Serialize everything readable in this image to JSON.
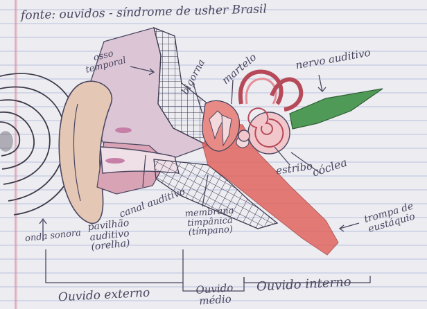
{
  "source_note": "fonte: ouvidos - síndrome de usher Brasil",
  "labels": {
    "osso_temporal": "osso temporal",
    "bigorna": "bigorna",
    "martelo": "martelo",
    "nervo_auditivo": "nervo auditivo",
    "coclea": "cóclea",
    "estribo": "estribo",
    "canal_auditivo": "canal auditivo",
    "membrana_timpanica": "membrana timpânica (tímpano)",
    "trompa_eustaquio": "trompa de eustáquio",
    "onda_sonora": "onda sonora",
    "pavilhao_auditivo": "pavilhão auditivo (orelha)"
  },
  "sections": {
    "ouvido_externo": "Ouvido externo",
    "ouvido_medio": "Ouvido médio",
    "ouvido_interno": "Ouvido interno"
  },
  "colors": {
    "paper": "#ececf1",
    "ruling": "#a9b0d6",
    "margin": "#d98a9a",
    "ink": "#4a4660",
    "skin": "#e4c7b4",
    "cartilage": "#d9a3b6",
    "bone": "#dcc6d6",
    "red": "#e0605a",
    "green": "#4f9a56",
    "cochlea": "#d96a78"
  }
}
